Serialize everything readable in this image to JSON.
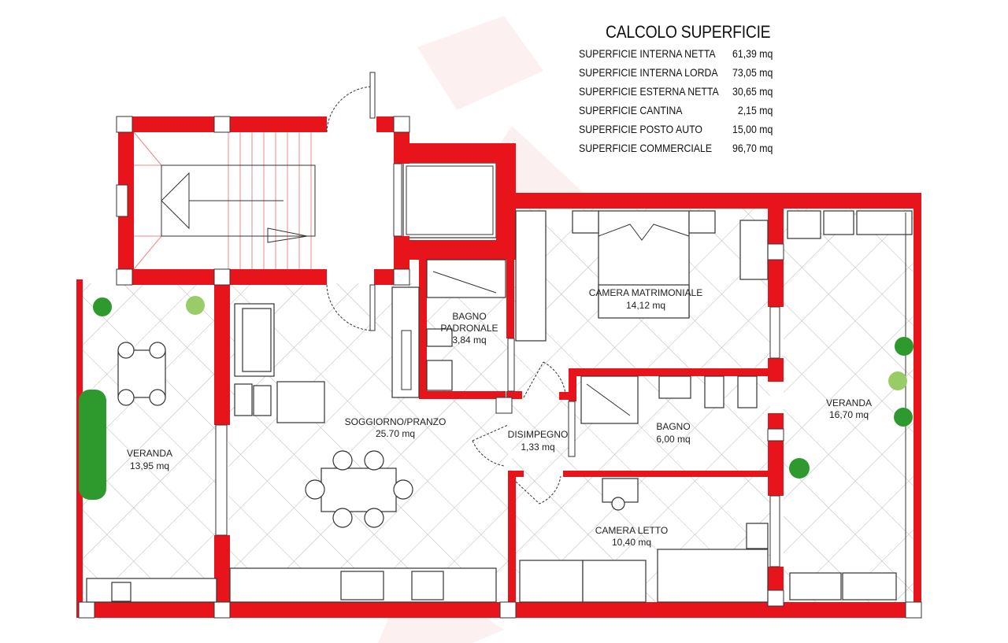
{
  "summary": {
    "title": "CALCOLO SUPERFICIE",
    "rows": [
      {
        "label": "SUPERFICIE INTERNA NETTA",
        "value": "61,39 mq"
      },
      {
        "label": "SUPERFICIE INTERNA LORDA",
        "value": "73,05 mq"
      },
      {
        "label": "SUPERFICIE ESTERNA NETTA",
        "value": "30,65 mq"
      },
      {
        "label": "SUPERFICIE CANTINA",
        "value": "2,15 mq"
      },
      {
        "label": "SUPERFICIE POSTO AUTO",
        "value": "15,00 mq"
      },
      {
        "label": "SUPERFICIE COMMERCIALE",
        "value": "96,70 mq"
      }
    ]
  },
  "rooms": {
    "veranda_left": {
      "name": "VERANDA",
      "area": "13,95 mq"
    },
    "soggiorno": {
      "name": "SOGGIORNO/PRANZO",
      "area": "25.70  mq"
    },
    "bagno_padronale": {
      "name1": "BAGNO",
      "name2": "PADRONALE",
      "area": "3,84 mq"
    },
    "camera_matrimoniale": {
      "name": "CAMERA MATRIMONIALE",
      "area": "14,12 mq"
    },
    "disimpegno": {
      "name": "DISIMPEGNO",
      "area": "1,33 mq"
    },
    "bagno": {
      "name": "BAGNO",
      "area": "6,00 mq"
    },
    "camera_letto": {
      "name": "CAMERA LETTO",
      "area": "10,40 mq"
    },
    "veranda_right": {
      "name": "VERANDA",
      "area": "16,70 mq"
    }
  },
  "colors": {
    "wall": "#e8141b",
    "tile": "#b8b8b8",
    "stair": "#e88888"
  }
}
